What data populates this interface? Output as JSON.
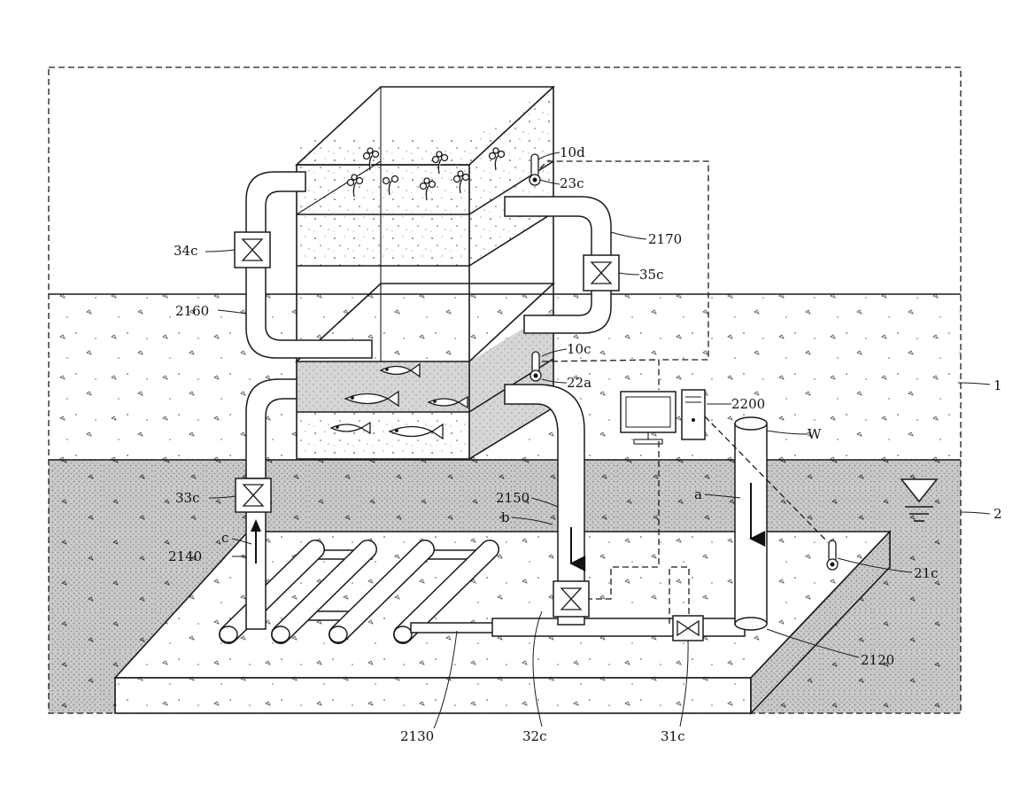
{
  "labels": {
    "tank_top_sensor": "10d",
    "tank_top_thermo": "23c",
    "pipe_right_upper": "2170",
    "valve_right_upper": "35c",
    "valve_left_upper": "34c",
    "pipe_left_upper": "2160",
    "tank_bottom_sensor": "10c",
    "tank_bottom_thermo": "22a",
    "layer_ground": "1",
    "controller": "2200",
    "well": "W",
    "valve_left_lower": "33c",
    "pipe_down_center": "2150",
    "flow_b": "b",
    "flow_a": "a",
    "layer_aquifer": "2",
    "flow_c": "c",
    "pipe_left_riser": "2140",
    "ground_thermo": "21c",
    "pipe_bottom_right": "2120",
    "pipe_manifold": "2130",
    "valve_center_lower": "32c",
    "valve_bottom": "31c"
  }
}
